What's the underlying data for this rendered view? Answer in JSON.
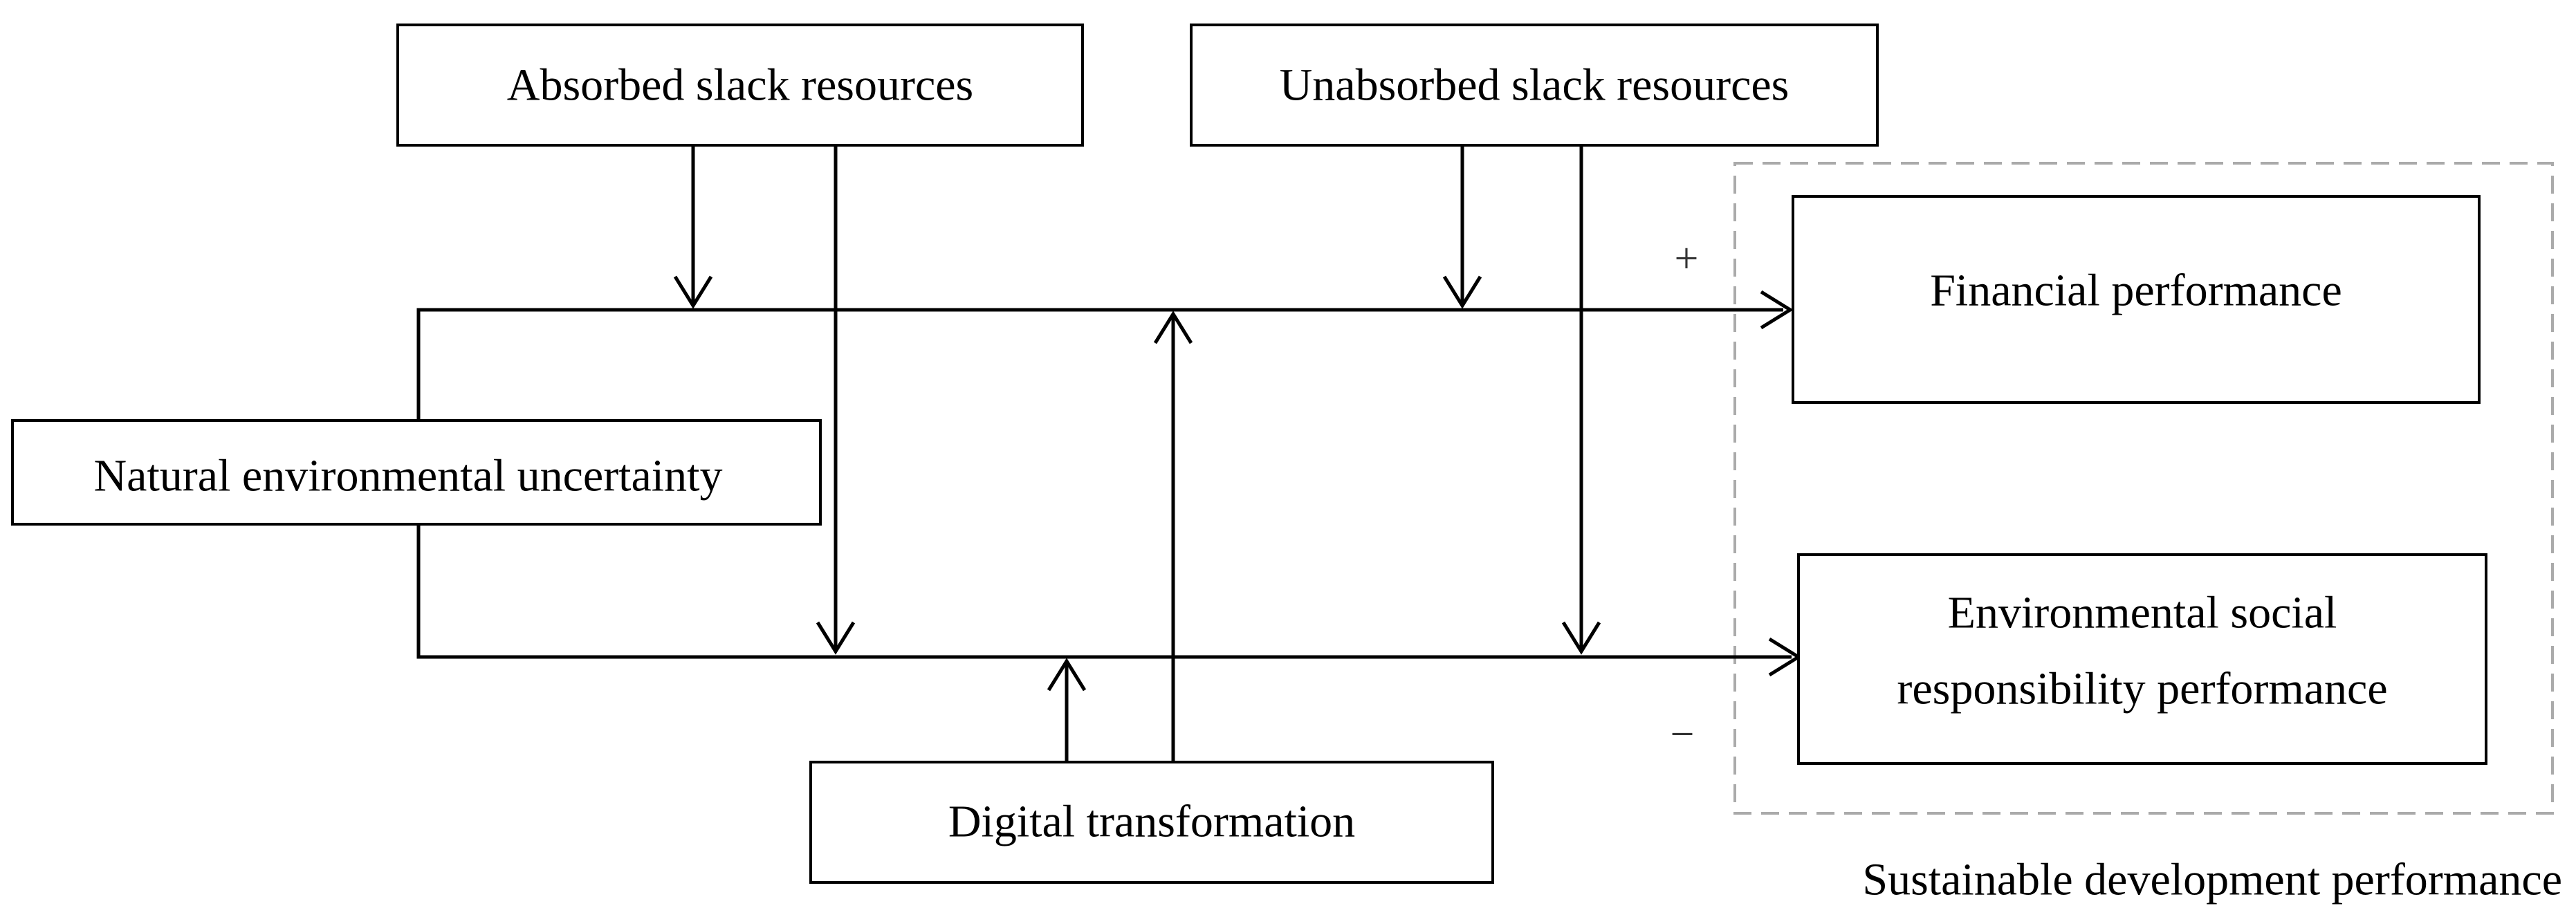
{
  "diagram": {
    "nodes": {
      "absorbed": {
        "label": "Absorbed slack resources"
      },
      "unabsorbed": {
        "label": "Unabsorbed slack resources"
      },
      "neu": {
        "label": "Natural environmental uncertainty"
      },
      "financial": {
        "label": "Financial performance"
      },
      "esr": {
        "label_line1": "Environmental social",
        "label_line2": "responsibility performance"
      },
      "digital": {
        "label": "Digital transformation"
      }
    },
    "group": {
      "label": "Sustainable development performance"
    },
    "signs": {
      "positive": "+",
      "negative": "−"
    },
    "edges": [
      {
        "from": "neu",
        "to": "financial",
        "sign": "+"
      },
      {
        "from": "neu",
        "to": "esr",
        "sign": "−"
      },
      {
        "from": "absorbed",
        "to": "neu→financial",
        "role": "moderator"
      },
      {
        "from": "absorbed",
        "to": "neu→esr",
        "role": "moderator"
      },
      {
        "from": "unabsorbed",
        "to": "neu→financial",
        "role": "moderator"
      },
      {
        "from": "unabsorbed",
        "to": "neu→esr",
        "role": "moderator"
      },
      {
        "from": "digital",
        "to": "neu→financial",
        "role": "moderator"
      },
      {
        "from": "digital",
        "to": "neu→esr",
        "role": "moderator"
      }
    ]
  }
}
